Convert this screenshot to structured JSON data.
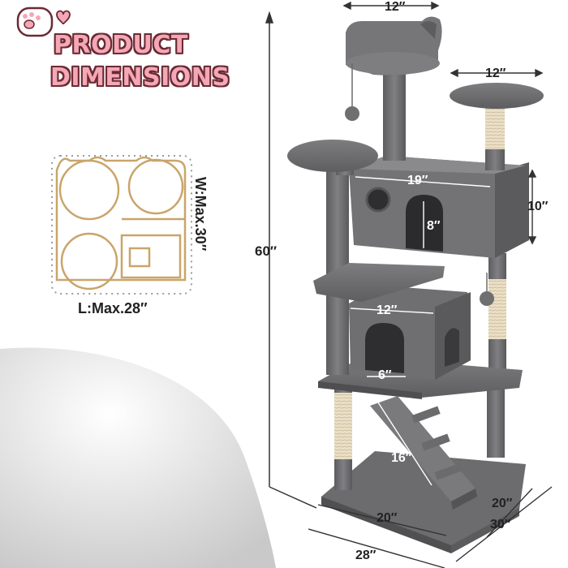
{
  "title": {
    "line1": "PRODUCT",
    "line2": "DIMENSIONS"
  },
  "footprint": {
    "width": "W:Max.30″",
    "length": "L:Max.28″"
  },
  "measurements": {
    "top_perch_width": "12″",
    "side_perch_width": "12″",
    "overall_height": "60″",
    "upper_condo_width": "19″",
    "upper_condo_height": "10″",
    "upper_condo_door": "8″",
    "lower_condo_width": "12″",
    "lower_door_width": "6″",
    "ramp_length": "16″",
    "base_width": "20″",
    "base_depth": "20″",
    "overall_length": "28″",
    "overall_depth": "30″"
  },
  "colors": {
    "title_fill": "#f4a7b4",
    "title_outline": "#6b2a35",
    "plush": "#6e6e70",
    "sisal": "#e8dcc4",
    "footprint_outline": "#c9a56a"
  },
  "icons": [
    "cat-paw-icon",
    "heart-icon"
  ]
}
